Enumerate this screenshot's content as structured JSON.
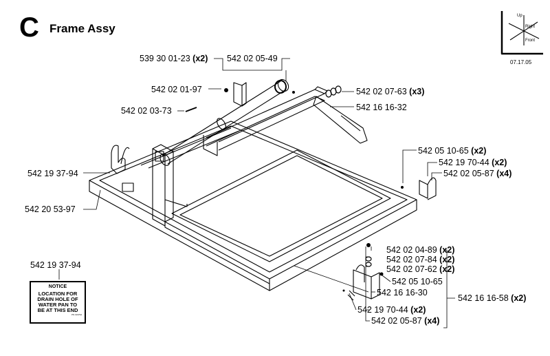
{
  "header": {
    "letter": "C",
    "title": "Frame Assy"
  },
  "orientation": {
    "up": "Up",
    "right": "Right",
    "front": "Front",
    "date": "07.17.05"
  },
  "labels": {
    "l01": {
      "num": "539 30 01-23",
      "qty": "(x2)"
    },
    "l02": {
      "num": "542 02 05-49",
      "qty": ""
    },
    "l03": {
      "num": "542 02 01-97",
      "qty": ""
    },
    "l04": {
      "num": "542 02 07-63",
      "qty": "(x3)"
    },
    "l05": {
      "num": "542 16 16-32",
      "qty": ""
    },
    "l06": {
      "num": "542 02 03-73",
      "qty": ""
    },
    "l07": {
      "num": "542 05 10-65",
      "qty": "(x2)"
    },
    "l08": {
      "num": "542 19 70-44",
      "qty": "(x2)"
    },
    "l09": {
      "num": "542 19 37-94",
      "qty": ""
    },
    "l10": {
      "num": "542 02 05-87",
      "qty": "(x4)"
    },
    "l11": {
      "num": "542 20 53-97",
      "qty": ""
    },
    "l12": {
      "num": "542 02 04-89",
      "qty": "(x2)"
    },
    "l13": {
      "num": "542 02 07-84",
      "qty": "(x2)"
    },
    "l14": {
      "num": "542 19 37-94",
      "qty": ""
    },
    "l15": {
      "num": "542 02 07-62",
      "qty": "(x2)"
    },
    "l16": {
      "num": "542 05 10-65",
      "qty": ""
    },
    "l17": {
      "num": "542 16 16-30",
      "qty": ""
    },
    "l18": {
      "num": "542 16 16-58",
      "qty": "(x2)"
    },
    "l19": {
      "num": "542 19 70-44",
      "qty": "(x2)"
    },
    "l20": {
      "num": "542 02 05-87",
      "qty": "(x4)"
    }
  },
  "notice": {
    "title": "NOTICE",
    "lines": [
      "LOCATION FOR",
      "DRAIN HOLE OF",
      "WATER PAN TO",
      "BE AT THIS END"
    ],
    "footer": "PN 193794"
  }
}
